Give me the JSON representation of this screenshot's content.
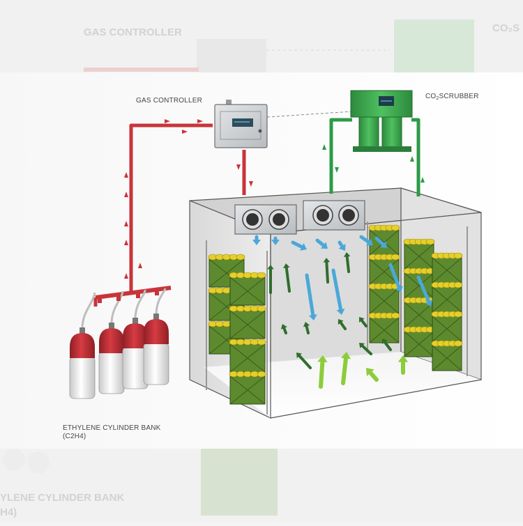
{
  "labels": {
    "gas_controller": "GAS CONTROLLER",
    "co2_scrubber_prefix": "CO",
    "co2_scrubber_sub": "2",
    "co2_scrubber_suffix": "SCRUBBER",
    "ethylene_line1": "ETHYLENE CYLINDER BANK",
    "ethylene_line2": "(C2H4)"
  },
  "ghost_labels": {
    "gas_controller": "GAS CONTROLLER",
    "co2_fragment": "CO₂S",
    "ethylene_fragment": "YLENE CYLINDER BANK",
    "c2h4_fragment": "H4)"
  },
  "colors": {
    "gas_pipe": "#c8343a",
    "co2_pipe": "#2e9a48",
    "scrubber": "#3fae4f",
    "cold_air_arrow": "#4aa8d8",
    "return_air_arrow": "#2f6e2c",
    "floor_air_arrow": "#8ccc3a",
    "crate": "#5d8a2e",
    "banana": "#e7cf2a",
    "cylinder_red": "#c8323a",
    "cylinder_white": "#f1f1f1"
  }
}
